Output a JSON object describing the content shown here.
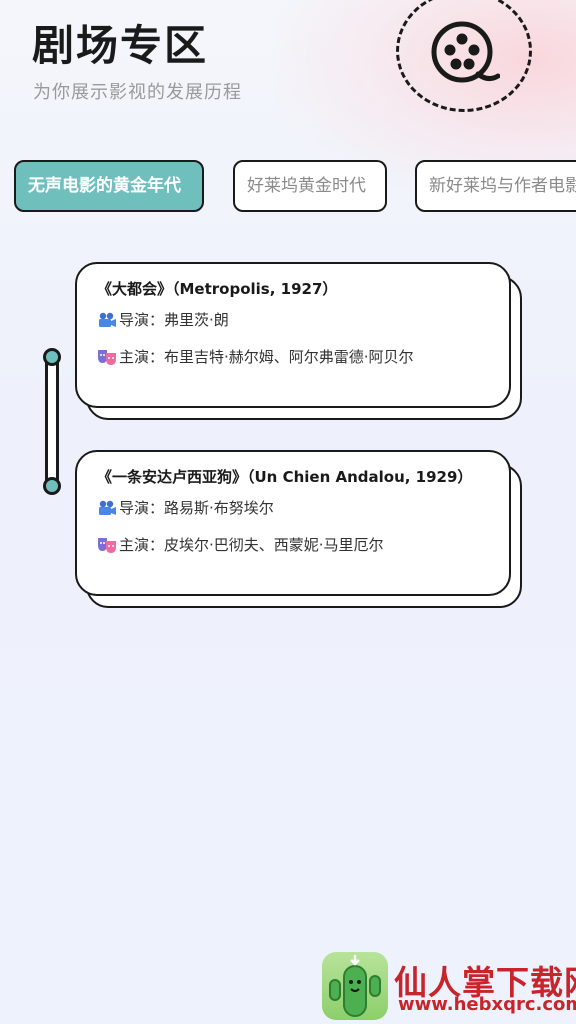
{
  "header": {
    "title": "剧场专区",
    "subtitle": "为你展示影视的发展历程",
    "icon": "film-reel-icon"
  },
  "tabs": [
    {
      "label": "无声电影的黄金年代",
      "active": true
    },
    {
      "label": "好莱坞黄金时代",
      "active": false
    },
    {
      "label": "新好莱坞与作者电影",
      "active": false
    }
  ],
  "colors": {
    "accent": "#6fbfbd",
    "border": "#1a1a1a",
    "muted_text": "#9a9a9a"
  },
  "films": [
    {
      "title": "《大都会》（Metropolis, 1927）",
      "director_label": "导演：",
      "director": "弗里茨·朗",
      "actors_label": "主演：",
      "actors": "布里吉特·赫尔姆、阿尔弗雷德·阿贝尔"
    },
    {
      "title": "《一条安达卢西亚狗》（Un Chien Andalou, 1929）",
      "director_label": "导演：",
      "director": "路易斯·布努埃尔",
      "actors_label": "主演：",
      "actors": "皮埃尔·巴彻夫、西蒙妮·马里厄尔"
    }
  ],
  "watermark": {
    "name": "仙人掌下载网",
    "url": "www.hebxqrc.com"
  }
}
